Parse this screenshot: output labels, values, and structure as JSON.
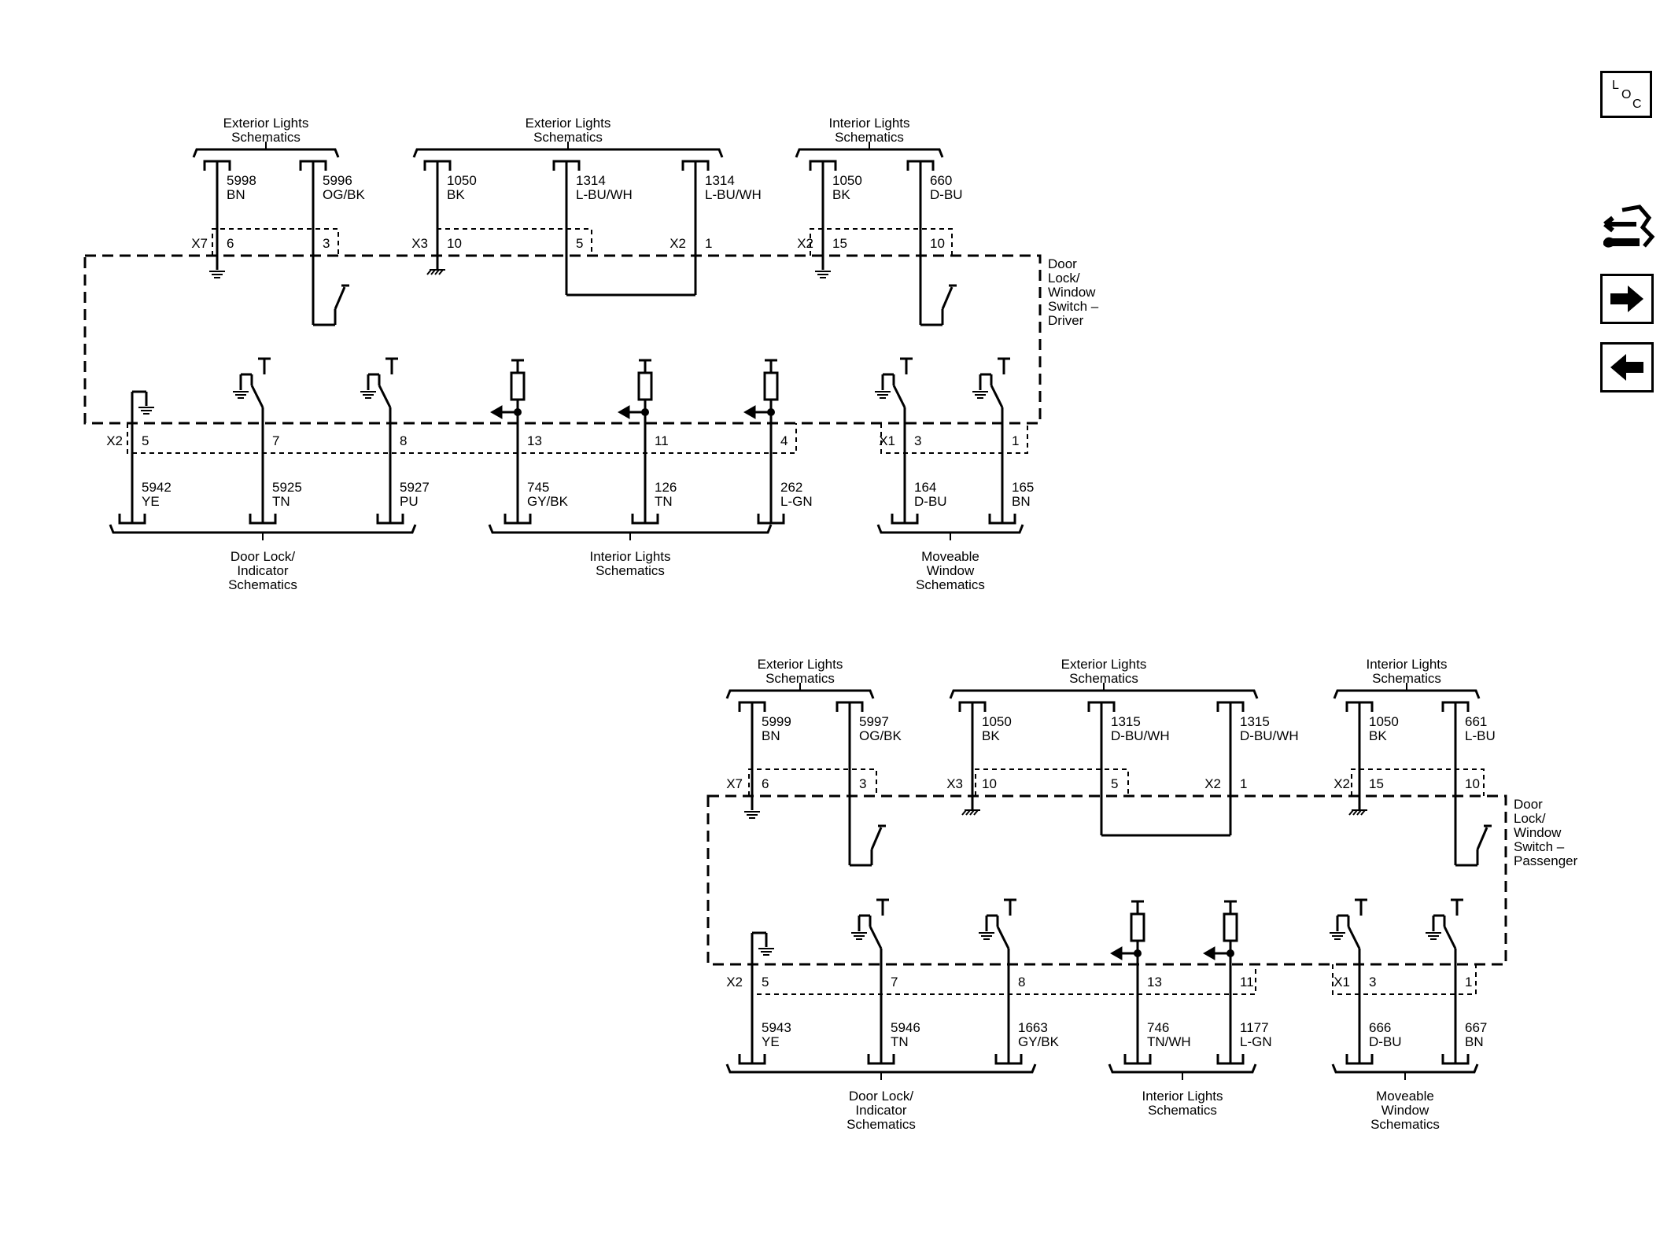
{
  "nav": {
    "loc_letters": [
      "L",
      "O",
      "C"
    ]
  },
  "driver": {
    "label": [
      "Door",
      "Lock/",
      "Window",
      "Switch –",
      "Driver"
    ],
    "top_groups": [
      {
        "label": [
          "Exterior Lights",
          "Schematics"
        ]
      },
      {
        "label": [
          "Exterior Lights",
          "Schematics"
        ]
      },
      {
        "label": [
          "Interior Lights",
          "Schematics"
        ]
      }
    ],
    "top_wires": [
      {
        "circuit": "5998",
        "color": "BN",
        "connector": "X7",
        "pin": "6"
      },
      {
        "circuit": "5996",
        "color": "OG/BK",
        "connector": "",
        "pin": "3"
      },
      {
        "circuit": "1050",
        "color": "BK",
        "connector": "X3",
        "pin": "10"
      },
      {
        "circuit": "1314",
        "color": "L-BU/WH",
        "connector": "",
        "pin": "5"
      },
      {
        "circuit": "1314",
        "color": "L-BU/WH",
        "connector": "X2",
        "pin": "1"
      },
      {
        "circuit": "1050",
        "color": "BK",
        "connector": "X2",
        "pin": "15"
      },
      {
        "circuit": "660",
        "color": "D-BU",
        "connector": "",
        "pin": "10"
      }
    ],
    "bottom_groups": [
      {
        "label": [
          "Door Lock/",
          "Indicator",
          "Schematics"
        ]
      },
      {
        "label": [
          "Interior Lights",
          "Schematics"
        ]
      },
      {
        "label": [
          "Moveable",
          "Window",
          "Schematics"
        ]
      }
    ],
    "bottom_wires": [
      {
        "circuit": "5942",
        "color": "YE",
        "connector": "X2",
        "pin": "5"
      },
      {
        "circuit": "5925",
        "color": "TN",
        "connector": "",
        "pin": "7"
      },
      {
        "circuit": "5927",
        "color": "PU",
        "connector": "",
        "pin": "8"
      },
      {
        "circuit": "745",
        "color": "GY/BK",
        "connector": "",
        "pin": "13"
      },
      {
        "circuit": "126",
        "color": "TN",
        "connector": "",
        "pin": "11"
      },
      {
        "circuit": "262",
        "color": "L-GN",
        "connector": "",
        "pin": "4"
      },
      {
        "circuit": "164",
        "color": "D-BU",
        "connector": "X1",
        "pin": "3"
      },
      {
        "circuit": "165",
        "color": "BN",
        "connector": "",
        "pin": "1"
      }
    ]
  },
  "passenger": {
    "label": [
      "Door",
      "Lock/",
      "Window",
      "Switch –",
      "Passenger"
    ],
    "top_groups": [
      {
        "label": [
          "Exterior Lights",
          "Schematics"
        ]
      },
      {
        "label": [
          "Exterior Lights",
          "Schematics"
        ]
      },
      {
        "label": [
          "Interior Lights",
          "Schematics"
        ]
      }
    ],
    "top_wires": [
      {
        "circuit": "5999",
        "color": "BN",
        "connector": "X7",
        "pin": "6"
      },
      {
        "circuit": "5997",
        "color": "OG/BK",
        "connector": "",
        "pin": "3"
      },
      {
        "circuit": "1050",
        "color": "BK",
        "connector": "X3",
        "pin": "10"
      },
      {
        "circuit": "1315",
        "color": "D-BU/WH",
        "connector": "",
        "pin": "5"
      },
      {
        "circuit": "1315",
        "color": "D-BU/WH",
        "connector": "X2",
        "pin": "1"
      },
      {
        "circuit": "1050",
        "color": "BK",
        "connector": "X2",
        "pin": "15"
      },
      {
        "circuit": "661",
        "color": "L-BU",
        "connector": "",
        "pin": "10"
      }
    ],
    "bottom_groups": [
      {
        "label": [
          "Door Lock/",
          "Indicator",
          "Schematics"
        ]
      },
      {
        "label": [
          "Interior Lights",
          "Schematics"
        ]
      },
      {
        "label": [
          "Moveable",
          "Window",
          "Schematics"
        ]
      }
    ],
    "bottom_wires": [
      {
        "circuit": "5943",
        "color": "YE",
        "connector": "X2",
        "pin": "5"
      },
      {
        "circuit": "5946",
        "color": "TN",
        "connector": "",
        "pin": "7"
      },
      {
        "circuit": "1663",
        "color": "GY/BK",
        "connector": "",
        "pin": "8"
      },
      {
        "circuit": "746",
        "color": "TN/WH",
        "connector": "",
        "pin": "13"
      },
      {
        "circuit": "1177",
        "color": "L-GN",
        "connector": "",
        "pin": "11"
      },
      {
        "circuit": "666",
        "color": "D-BU",
        "connector": "X1",
        "pin": "3"
      },
      {
        "circuit": "667",
        "color": "BN",
        "connector": "",
        "pin": "1"
      }
    ]
  }
}
